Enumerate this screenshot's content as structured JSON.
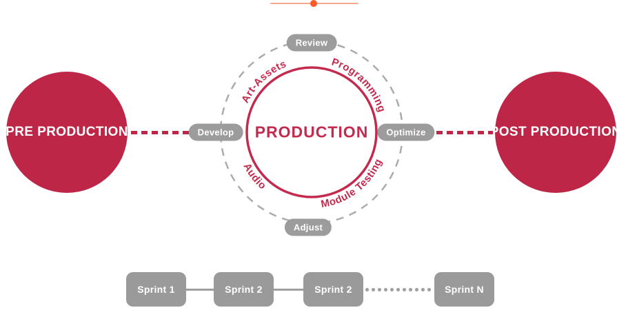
{
  "colors": {
    "crimson": "#BE2648",
    "pill_gray": "#9C9C9C",
    "dash_gray": "#ABABAB",
    "slider_line": "#F4A98E",
    "slider_dot": "#F95B2A"
  },
  "phases": {
    "pre": {
      "label": "PRE PRODUCTION"
    },
    "post": {
      "label": "POST PRODUCTION"
    },
    "production": {
      "label": "PRODUCTION",
      "activities": {
        "top_left": "Art-Assets",
        "top_right": "Programming",
        "bottom_left": "Audio",
        "bottom_right": "Module Testing"
      },
      "steps": {
        "top": "Review",
        "right": "Optimize",
        "bottom": "Adjust",
        "left": "Develop"
      }
    }
  },
  "sprints": {
    "items": [
      {
        "label": "Sprint 1"
      },
      {
        "label": "Sprint 2"
      },
      {
        "label": "Sprint 2"
      },
      {
        "label": "Sprint N"
      }
    ]
  }
}
